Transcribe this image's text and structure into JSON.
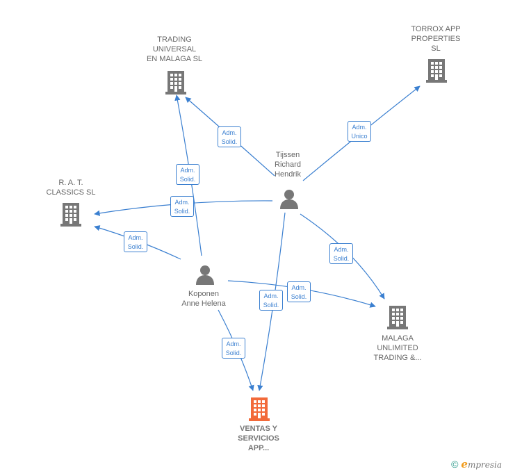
{
  "nodes": {
    "trading_universal": {
      "label": "TRADING\nUNIVERSAL\nEN MALAGA  SL",
      "type": "company"
    },
    "torrox": {
      "label": "TORROX APP\nPROPERTIES\nSL",
      "type": "company"
    },
    "rat_classics": {
      "label": "R.  A.  T.\nCLASSICS  SL",
      "type": "company"
    },
    "malaga_unlimited": {
      "label": "MALAGA\nUNLIMITED\nTRADING &...",
      "type": "company"
    },
    "ventas": {
      "label": "VENTAS Y\nSERVICIOS\nAPP...",
      "type": "company-main"
    },
    "tijssen": {
      "label": "Tijssen\nRichard\nHendrik",
      "type": "person"
    },
    "koponen": {
      "label": "Koponen\nAnne Helena",
      "type": "person"
    }
  },
  "edges": [
    {
      "label": "Adm.\nSolid.",
      "from": "tijssen",
      "to": "trading_universal"
    },
    {
      "label": "Adm.\nUnico",
      "from": "tijssen",
      "to": "torrox"
    },
    {
      "label": "Adm.\nSolid.",
      "from": "koponen",
      "to": "trading_universal"
    },
    {
      "label": "Adm.\nSolid.",
      "from": "tijssen",
      "to": "rat_classics"
    },
    {
      "label": "Adm.\nSolid.",
      "from": "koponen",
      "to": "rat_classics"
    },
    {
      "label": "Adm.\nSolid.",
      "from": "tijssen",
      "to": "malaga_unlimited"
    },
    {
      "label": "Adm.\nSolid.",
      "from": "koponen",
      "to": "malaga_unlimited"
    },
    {
      "label": "Adm.\nSolid.",
      "from": "tijssen",
      "to": "ventas"
    },
    {
      "label": "Adm.\nSolid.",
      "from": "koponen",
      "to": "ventas"
    }
  ],
  "colors": {
    "edge": "#3a7fd0",
    "company": "#777777",
    "main_company": "#f26a3a",
    "person": "#777777"
  },
  "footer": {
    "copyright_symbol": "©",
    "brand_initial": "e",
    "brand_rest": "mpresia"
  }
}
